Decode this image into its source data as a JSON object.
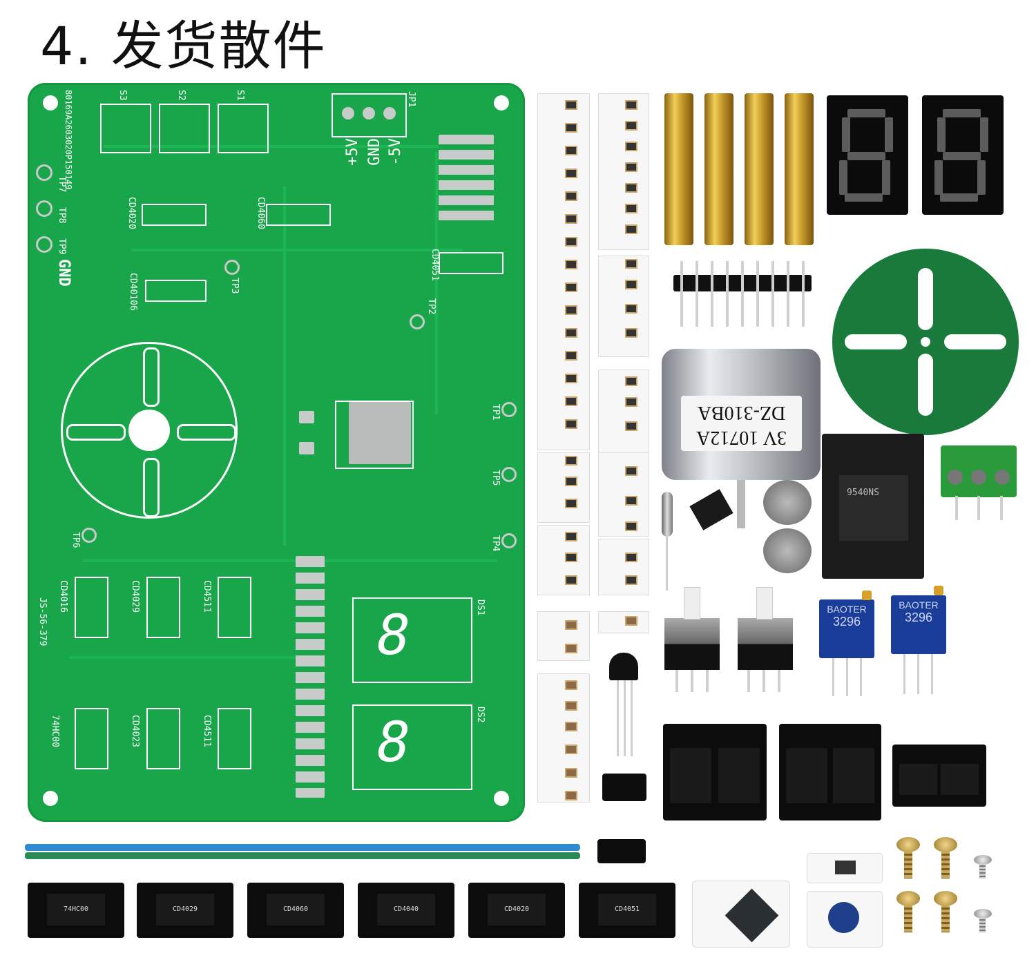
{
  "title": "4. 发货散件",
  "pcb": {
    "board_id": "80169A2603020P150149",
    "test_points": [
      "TP7",
      "TP8",
      "TP9",
      "TP3",
      "TP2",
      "TP1",
      "TP5",
      "TP4",
      "TP6"
    ],
    "gnd": "GND",
    "jp1": "JP1",
    "power_labels": [
      "-5V",
      "GND",
      "+5V"
    ],
    "switches": [
      "S3",
      "S2",
      "S1"
    ],
    "ics": [
      "CD4020",
      "CD4060",
      "CD40106",
      "CD4051",
      "CD4016",
      "CD4029",
      "CD4511",
      "74HC00",
      "CD4023",
      "CD4511"
    ],
    "ds": [
      "DS1",
      "DS2"
    ],
    "code": "JS-56-379"
  },
  "motor_label": {
    "line1": "DZ-310BA",
    "line2": "3V 10712A"
  },
  "trimmer_brand": "BAOTER",
  "trimmer_model": "3296",
  "mosfet_label": "9540NS",
  "ic_labels": [
    "74HC00",
    "CD4029",
    "CD4060",
    "CD4040",
    "CD4020",
    "CD4051"
  ],
  "colors": {
    "pcb": "#19a54a",
    "brass": "#c89a2a",
    "silkscreen": "#ffffff"
  }
}
